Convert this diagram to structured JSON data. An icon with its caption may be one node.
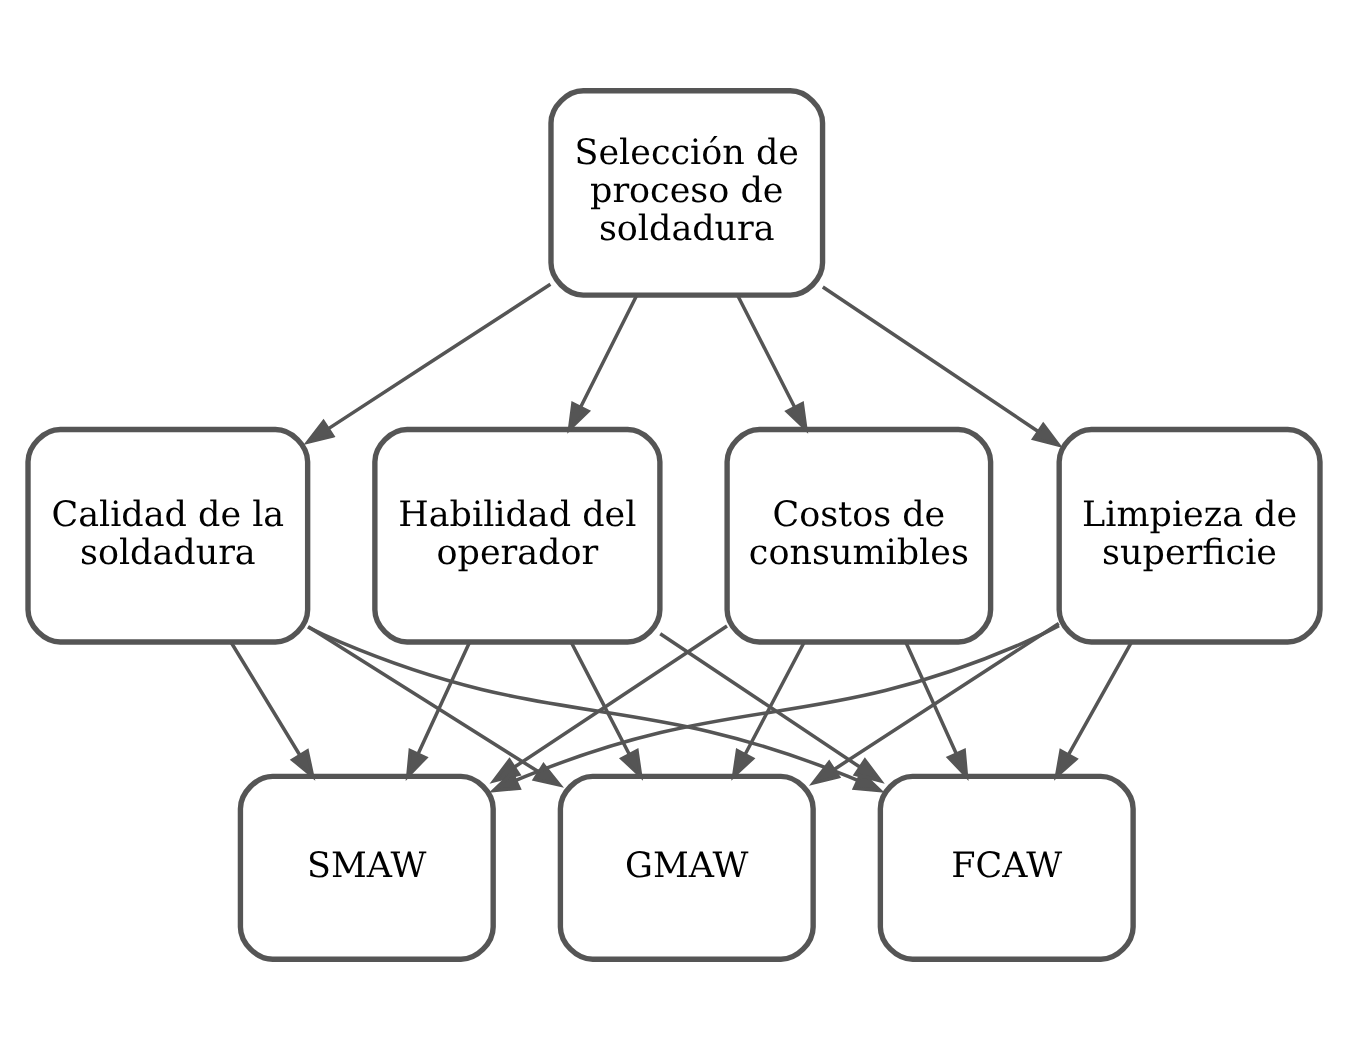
{
  "diagram": {
    "nodes": [
      {
        "text": [
          "Selección de proceso de soldadura"
        ]
      },
      {
        "text": [
          "Calidad de la soldadura"
        ]
      },
      {
        "text": [
          "Habilidad del operador"
        ]
      },
      {
        "text": [
          "Costos de consumibles"
        ]
      },
      {
        "text": [
          "Limpieza de superficie"
        ]
      },
      {
        "text": [
          "SMAW"
        ]
      },
      {
        "text": [
          "GMAW"
        ]
      },
      {
        "text": [
          "FCAW"
        ]
      }
    ],
    "edges": [
      {
        "from": 0,
        "to": 1,
        "arrow": "to"
      },
      {
        "from": 0,
        "to": 2,
        "arrow": "to"
      },
      {
        "from": 0,
        "to": 3,
        "arrow": "to"
      },
      {
        "from": 0,
        "to": 4,
        "arrow": "to"
      },
      {
        "from": 1,
        "to": 5,
        "arrow": "to"
      },
      {
        "from": 1,
        "to": 6,
        "arrow": "to"
      },
      {
        "from": 1,
        "to": 7,
        "arrow": "to"
      },
      {
        "from": 2,
        "to": 5,
        "arrow": "to"
      },
      {
        "from": 2,
        "to": 6,
        "arrow": "to"
      },
      {
        "from": 2,
        "to": 7,
        "arrow": "to"
      },
      {
        "from": 3,
        "to": 5,
        "arrow": "to"
      },
      {
        "from": 3,
        "to": 6,
        "arrow": "to"
      },
      {
        "from": 3,
        "to": 7,
        "arrow": "to"
      },
      {
        "from": 4,
        "to": 5,
        "arrow": "to"
      },
      {
        "from": 4,
        "to": 6,
        "arrow": "to"
      },
      {
        "from": 4,
        "to": 7,
        "arrow": "to"
      }
    ]
  }
}
